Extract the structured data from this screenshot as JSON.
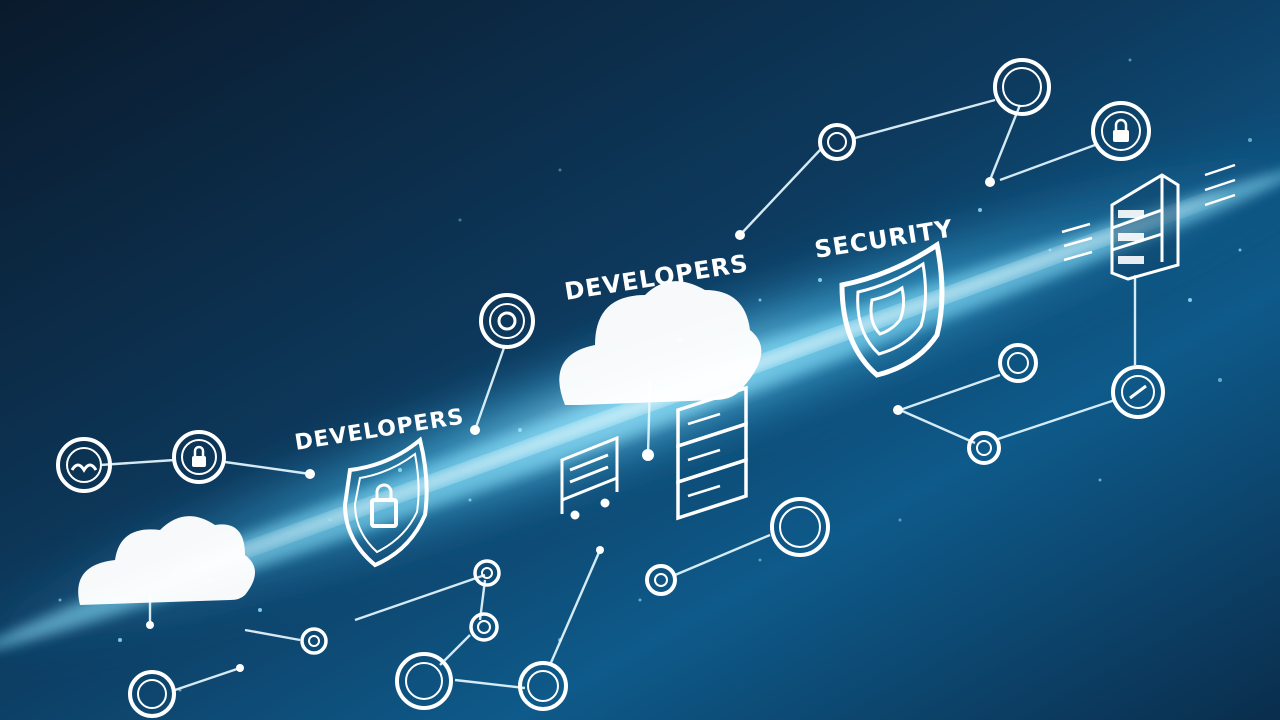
{
  "labels": {
    "developers_left": "DEVELOPERS",
    "developers_right": "DEVELOPERS",
    "security": "SECURITY"
  },
  "colors": {
    "background_dark": "#0b2238",
    "background_mid": "#0f4d78",
    "glow": "#5fd6ff",
    "line": "#dff6ff"
  },
  "icons": [
    "cloud-icon",
    "shield-lock-icon",
    "shield-icon",
    "server-rack-icon",
    "document-tray-icon",
    "lock-icon",
    "network-node-icon"
  ]
}
